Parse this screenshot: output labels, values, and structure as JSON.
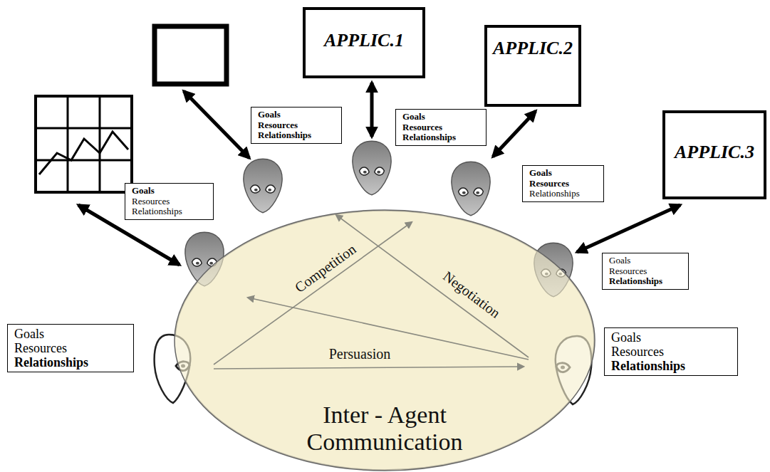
{
  "diagram": {
    "nodes": [
      {
        "text": [
          "APPLIC.1"
        ]
      },
      {
        "text": [
          "APPLIC.2"
        ]
      },
      {
        "text": [
          "Goals",
          "Resources",
          "Relationships"
        ]
      },
      {
        "text": [
          "Goals",
          "Resources",
          "Relationships"
        ]
      },
      {
        "text": [
          "APPLIC.3"
        ]
      },
      {
        "text": [
          "Goals",
          "Resources",
          "Relationships"
        ]
      },
      {
        "text": [
          "Goals",
          "Resources",
          "Relationships"
        ]
      },
      {
        "text": [
          "Goals",
          "Resources",
          "Relationships"
        ]
      },
      {
        "text": [
          "Inter - Agent Communication"
        ]
      },
      {
        "text": [
          "Goals",
          "Resources",
          "Relationships"
        ]
      },
      {
        "text": [
          "Goals",
          "Resources",
          "Relationships"
        ]
      }
    ],
    "labels": [
      "Competition",
      "Negotiation",
      "Persuasion"
    ]
  }
}
